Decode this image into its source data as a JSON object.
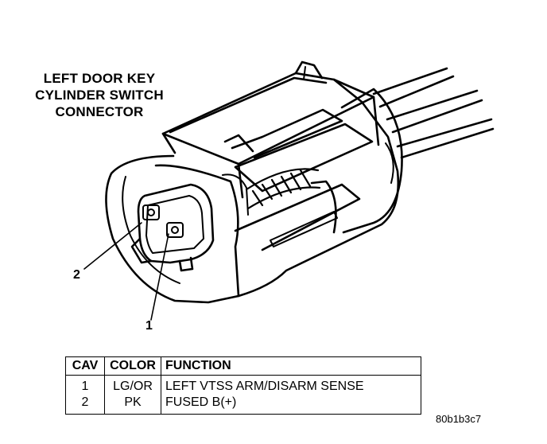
{
  "title_lines": [
    "LEFT DOOR KEY",
    "CYLINDER SWITCH",
    "CONNECTOR"
  ],
  "callouts": [
    {
      "label": "2"
    },
    {
      "label": "1"
    }
  ],
  "table": {
    "headers": [
      "CAV",
      "COLOR",
      "FUNCTION"
    ],
    "rows": [
      {
        "cav": "1",
        "color": "LG/OR",
        "function": "LEFT VTSS ARM/DISARM SENSE"
      },
      {
        "cav": "2",
        "color": "PK",
        "function": "FUSED B(+)"
      }
    ]
  },
  "reference_code": "80b1b3c7",
  "colors": {
    "ink": "#000000",
    "paper": "#ffffff"
  }
}
